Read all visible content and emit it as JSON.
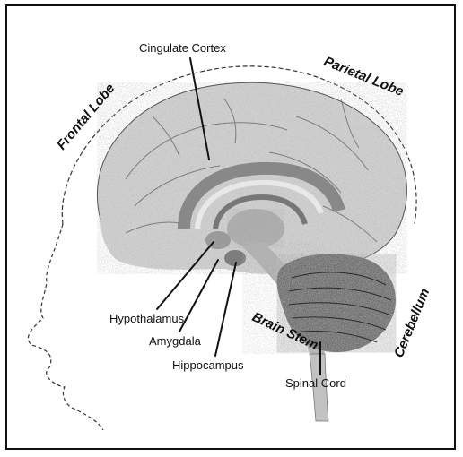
{
  "labels": {
    "cingulate_cortex": "Cingulate Cortex",
    "parietal_lobe": "Parietal Lobe",
    "frontal_lobe": "Frontal Lobe",
    "hypothalamus": "Hypothalamus",
    "amygdala": "Amygdala",
    "hippocampus": "Hippocampus",
    "brain_stem": "Brain Stem",
    "spinal_cord": "Spinal Cord",
    "cerebellum": "Cerebellum"
  },
  "colors": {
    "ink": "#111111",
    "brain_tone": "#bdbdbd",
    "cerebellum_tone": "#555555"
  }
}
